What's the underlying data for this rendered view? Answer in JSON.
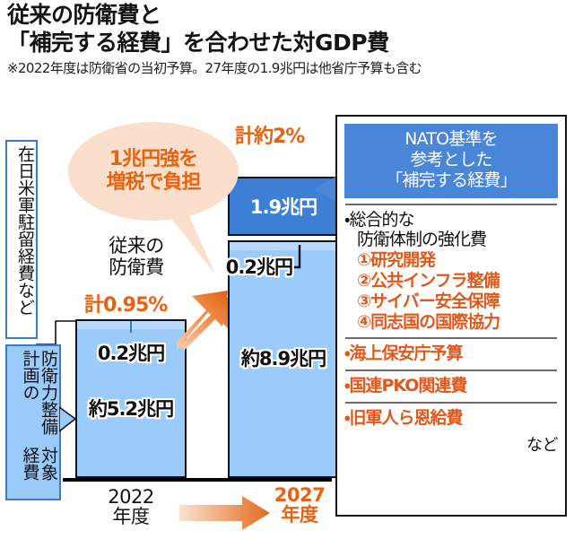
{
  "header": {
    "title_line1": "従来の防衛費と",
    "title_line2": "「補完する経費」を合わせた対GDP費",
    "subtitle": "※2022年度は防衛省の当初予算。27年度の1.9兆円は他省庁予算も含む"
  },
  "bubble": {
    "line1": "1兆円強を",
    "line2": "増税で負担"
  },
  "side_labels": {
    "top": "在日米軍駐留経費など",
    "bottom_col1": "防衛力整備計画の",
    "bottom_col2": "対象経費"
  },
  "chart_data": {
    "type": "bar",
    "title": "従来の防衛費と「補完する経費」を合わせた対GDP費",
    "xlabel": "",
    "ylabel": "兆円",
    "categories": [
      "2022年度",
      "2027年度"
    ],
    "category_labels": [
      {
        "year": "2022",
        "unit": "年度"
      },
      {
        "year": "2027",
        "unit": "年度"
      }
    ],
    "stacked": true,
    "series": [
      {
        "name": "防衛力整備計画の対象経費",
        "color": "#9bcbfa",
        "values": [
          5.2,
          8.9
        ],
        "labels": [
          "約5.2兆円",
          "約8.9兆円"
        ]
      },
      {
        "name": "在日米軍駐留経費など",
        "color": "#b9dafd",
        "values": [
          0.2,
          0.2
        ],
        "labels": [
          "0.2兆円",
          "0.2兆円"
        ]
      },
      {
        "name": "NATO基準を参考とした「補完する経費」",
        "color": "#3d7fd4",
        "values": [
          0,
          1.9
        ],
        "labels": [
          "",
          "1.9兆円"
        ]
      }
    ],
    "totals_pct": [
      {
        "category": "2022年度",
        "label": "計0.95%",
        "value": 0.95
      },
      {
        "category": "2027年度",
        "label": "計約2%",
        "value": 2.0
      }
    ],
    "annotations": [
      "従来の防衛費",
      "計0.95%",
      "計約2%",
      "1兆円強を増税で負担"
    ],
    "grid": false,
    "legend": "none"
  },
  "bar_labels": {
    "y2022_top": "0.2兆円",
    "y2022_main": "約5.2兆円",
    "y2022_pct": "計0.95%",
    "y2022_caption_l1": "従来の",
    "y2022_caption_l2": "防衛費",
    "y2027_dark": "1.9兆円",
    "y2027_top": "0.2兆円",
    "y2027_main": "約8.9兆円",
    "y2027_pct": "計約2%"
  },
  "axis": {
    "year_2022": "2022",
    "nendo_2022": "年度",
    "year_2027": "2027",
    "nendo_2027": "年度"
  },
  "nato_panel": {
    "heading_l1": "NATO基準を",
    "heading_l2": "参考とした",
    "heading_l3": "「補完する経費」",
    "group1_l1": "・総合的な",
    "group1_l2": "防衛体制の強化費",
    "group1_items": [
      "①研究開発",
      "②公共インフラ整備",
      "③サイバー安全保障",
      "④同志国の国際協力"
    ],
    "items": [
      "・海上保安庁予算",
      "・国連PKO関連費",
      "・旧軍人ら恩給費"
    ],
    "etc": "など"
  },
  "colors": {
    "light_blue": "#9bcbfa",
    "lighter_blue": "#b9dafd",
    "dark_blue": "#3d7fd4",
    "nato_blue": "#4a86d8",
    "orange": "#e8620f",
    "orange_text": "#e0591a",
    "bubble_bg": "#fae0cc",
    "border": "#111111"
  }
}
